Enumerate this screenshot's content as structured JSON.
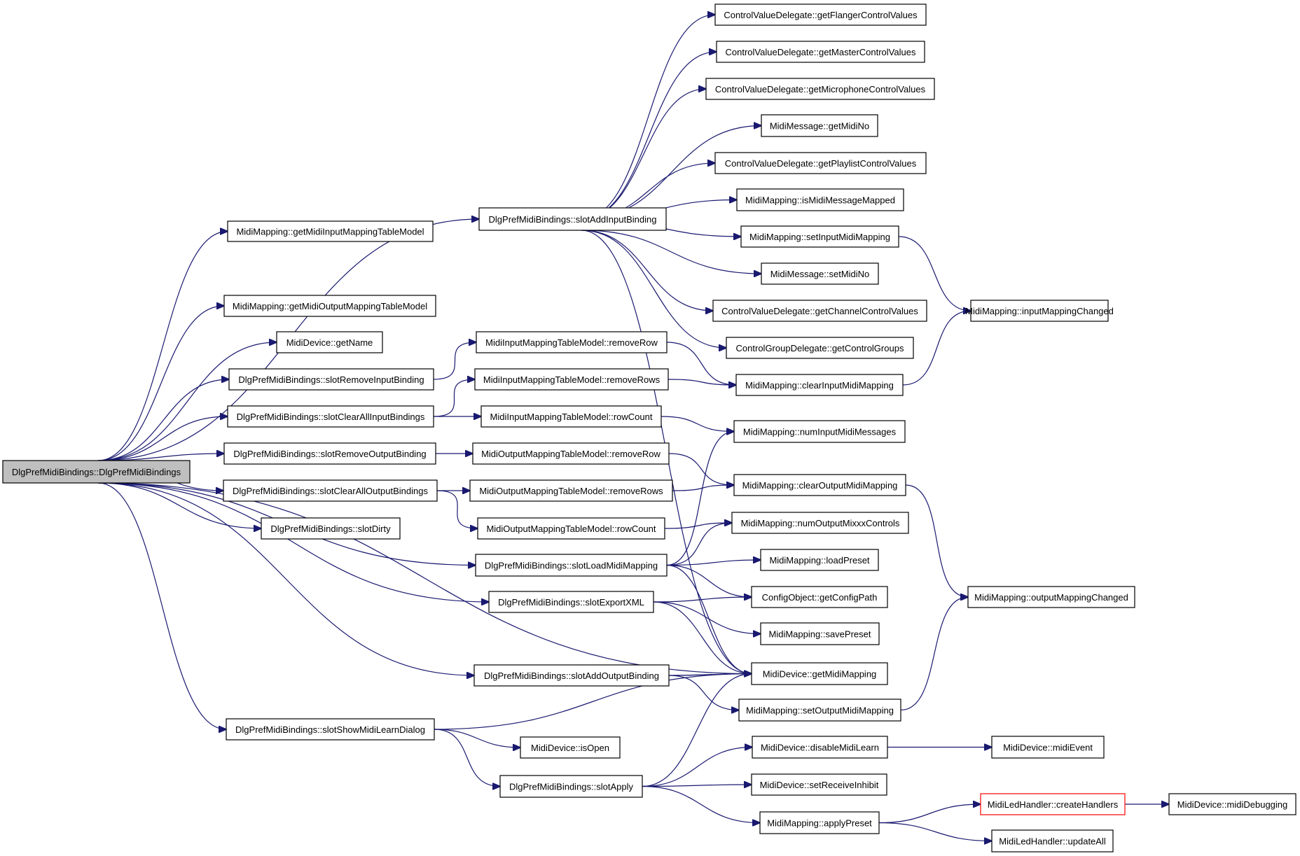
{
  "nodes": [
    {
      "id": "root",
      "label": "DlgPrefMidiBindings::DlgPrefMidiBindings",
      "highlighted": true
    },
    {
      "id": "getMidiInputMappingTableModel",
      "label": "MidiMapping::getMidiInputMappingTableModel"
    },
    {
      "id": "getMidiOutputMappingTableModel",
      "label": "MidiMapping::getMidiOutputMappingTableModel"
    },
    {
      "id": "getName",
      "label": "MidiDevice::getName"
    },
    {
      "id": "slotRemoveInputBinding",
      "label": "DlgPrefMidiBindings::slotRemoveInputBinding"
    },
    {
      "id": "slotClearAllInputBindings",
      "label": "DlgPrefMidiBindings::slotClearAllInputBindings"
    },
    {
      "id": "slotRemoveOutputBinding",
      "label": "DlgPrefMidiBindings::slotRemoveOutputBinding"
    },
    {
      "id": "slotClearAllOutputBindings",
      "label": "DlgPrefMidiBindings::slotClearAllOutputBindings"
    },
    {
      "id": "slotDirty",
      "label": "DlgPrefMidiBindings::slotDirty"
    },
    {
      "id": "slotShowMidiLearnDialog",
      "label": "DlgPrefMidiBindings::slotShowMidiLearnDialog"
    },
    {
      "id": "slotAddInputBinding",
      "label": "DlgPrefMidiBindings::slotAddInputBinding"
    },
    {
      "id": "inRemoveRow",
      "label": "MidiInputMappingTableModel::removeRow"
    },
    {
      "id": "inRemoveRows",
      "label": "MidiInputMappingTableModel::removeRows"
    },
    {
      "id": "inRowCount",
      "label": "MidiInputMappingTableModel::rowCount"
    },
    {
      "id": "outRemoveRow",
      "label": "MidiOutputMappingTableModel::removeRow"
    },
    {
      "id": "outRemoveRows",
      "label": "MidiOutputMappingTableModel::removeRows"
    },
    {
      "id": "outRowCount",
      "label": "MidiOutputMappingTableModel::rowCount"
    },
    {
      "id": "slotLoadMidiMapping",
      "label": "DlgPrefMidiBindings::slotLoadMidiMapping"
    },
    {
      "id": "slotExportXML",
      "label": "DlgPrefMidiBindings::slotExportXML"
    },
    {
      "id": "slotAddOutputBinding",
      "label": "DlgPrefMidiBindings::slotAddOutputBinding"
    },
    {
      "id": "isOpen",
      "label": "MidiDevice::isOpen"
    },
    {
      "id": "slotApply",
      "label": "DlgPrefMidiBindings::slotApply"
    },
    {
      "id": "getFlanger",
      "label": "ControlValueDelegate::getFlangerControlValues"
    },
    {
      "id": "getMaster",
      "label": "ControlValueDelegate::getMasterControlValues"
    },
    {
      "id": "getMicrophone",
      "label": "ControlValueDelegate::getMicrophoneControlValues"
    },
    {
      "id": "getMidiNo",
      "label": "MidiMessage::getMidiNo"
    },
    {
      "id": "getPlaylist",
      "label": "ControlValueDelegate::getPlaylistControlValues"
    },
    {
      "id": "isMidiMessageMapped",
      "label": "MidiMapping::isMidiMessageMapped"
    },
    {
      "id": "setInputMidiMapping",
      "label": "MidiMapping::setInputMidiMapping"
    },
    {
      "id": "setMidiNo",
      "label": "MidiMessage::setMidiNo"
    },
    {
      "id": "getChannel",
      "label": "ControlValueDelegate::getChannelControlValues"
    },
    {
      "id": "getControlGroups",
      "label": "ControlGroupDelegate::getControlGroups"
    },
    {
      "id": "clearInputMidiMapping",
      "label": "MidiMapping::clearInputMidiMapping"
    },
    {
      "id": "numInputMidiMessages",
      "label": "MidiMapping::numInputMidiMessages"
    },
    {
      "id": "clearOutputMidiMapping",
      "label": "MidiMapping::clearOutputMidiMapping"
    },
    {
      "id": "numOutputMixxxControls",
      "label": "MidiMapping::numOutputMixxxControls"
    },
    {
      "id": "loadPreset",
      "label": "MidiMapping::loadPreset"
    },
    {
      "id": "getConfigPath",
      "label": "ConfigObject::getConfigPath"
    },
    {
      "id": "savePreset",
      "label": "MidiMapping::savePreset"
    },
    {
      "id": "getMidiMapping",
      "label": "MidiDevice::getMidiMapping"
    },
    {
      "id": "setOutputMidiMapping",
      "label": "MidiMapping::setOutputMidiMapping"
    },
    {
      "id": "disableMidiLearn",
      "label": "MidiDevice::disableMidiLearn"
    },
    {
      "id": "setReceiveInhibit",
      "label": "MidiDevice::setReceiveInhibit"
    },
    {
      "id": "applyPreset",
      "label": "MidiMapping::applyPreset"
    },
    {
      "id": "inputMappingChanged",
      "label": "MidiMapping::inputMappingChanged"
    },
    {
      "id": "outputMappingChanged",
      "label": "MidiMapping::outputMappingChanged"
    },
    {
      "id": "midiEvent",
      "label": "MidiDevice::midiEvent"
    },
    {
      "id": "createHandlers",
      "label": "MidiLedHandler::createHandlers",
      "truncated": true
    },
    {
      "id": "updateAll",
      "label": "MidiLedHandler::updateAll"
    },
    {
      "id": "midiDebugging",
      "label": "MidiDevice::midiDebugging"
    }
  ],
  "edges": [
    [
      "root",
      "getMidiInputMappingTableModel"
    ],
    [
      "root",
      "slotAddInputBinding"
    ],
    [
      "root",
      "getMidiOutputMappingTableModel"
    ],
    [
      "root",
      "getName"
    ],
    [
      "root",
      "slotRemoveInputBinding"
    ],
    [
      "root",
      "slotClearAllInputBindings"
    ],
    [
      "root",
      "slotRemoveOutputBinding"
    ],
    [
      "root",
      "slotClearAllOutputBindings"
    ],
    [
      "root",
      "slotDirty"
    ],
    [
      "root",
      "slotLoadMidiMapping"
    ],
    [
      "root",
      "slotExportXML"
    ],
    [
      "root",
      "getMidiMapping"
    ],
    [
      "root",
      "slotAddOutputBinding"
    ],
    [
      "root",
      "slotShowMidiLearnDialog"
    ],
    [
      "slotAddInputBinding",
      "getFlanger"
    ],
    [
      "slotAddInputBinding",
      "getMaster"
    ],
    [
      "slotAddInputBinding",
      "getMicrophone"
    ],
    [
      "slotAddInputBinding",
      "getMidiNo"
    ],
    [
      "slotAddInputBinding",
      "getPlaylist"
    ],
    [
      "slotAddInputBinding",
      "isMidiMessageMapped"
    ],
    [
      "slotAddInputBinding",
      "setInputMidiMapping"
    ],
    [
      "slotAddInputBinding",
      "setMidiNo"
    ],
    [
      "slotAddInputBinding",
      "getChannel"
    ],
    [
      "slotAddInputBinding",
      "getControlGroups"
    ],
    [
      "slotAddInputBinding",
      "getMidiMapping"
    ],
    [
      "slotRemoveInputBinding",
      "inRemoveRow"
    ],
    [
      "slotClearAllInputBindings",
      "inRemoveRows"
    ],
    [
      "slotClearAllInputBindings",
      "inRowCount"
    ],
    [
      "slotRemoveOutputBinding",
      "outRemoveRow"
    ],
    [
      "slotClearAllOutputBindings",
      "outRemoveRows"
    ],
    [
      "slotClearAllOutputBindings",
      "outRowCount"
    ],
    [
      "inRemoveRow",
      "clearInputMidiMapping"
    ],
    [
      "inRemoveRows",
      "clearInputMidiMapping"
    ],
    [
      "inRowCount",
      "numInputMidiMessages"
    ],
    [
      "outRemoveRow",
      "clearOutputMidiMapping"
    ],
    [
      "outRemoveRows",
      "clearOutputMidiMapping"
    ],
    [
      "outRowCount",
      "numOutputMixxxControls"
    ],
    [
      "slotLoadMidiMapping",
      "numInputMidiMessages"
    ],
    [
      "slotLoadMidiMapping",
      "numOutputMixxxControls"
    ],
    [
      "slotLoadMidiMapping",
      "loadPreset"
    ],
    [
      "slotLoadMidiMapping",
      "getConfigPath"
    ],
    [
      "slotLoadMidiMapping",
      "getMidiMapping"
    ],
    [
      "slotExportXML",
      "getConfigPath"
    ],
    [
      "slotExportXML",
      "savePreset"
    ],
    [
      "slotExportXML",
      "getMidiMapping"
    ],
    [
      "slotAddOutputBinding",
      "getMidiMapping"
    ],
    [
      "slotAddOutputBinding",
      "setOutputMidiMapping"
    ],
    [
      "slotShowMidiLearnDialog",
      "getMidiMapping"
    ],
    [
      "slotShowMidiLearnDialog",
      "isOpen"
    ],
    [
      "slotShowMidiLearnDialog",
      "slotApply"
    ],
    [
      "slotApply",
      "getMidiMapping"
    ],
    [
      "slotApply",
      "disableMidiLearn"
    ],
    [
      "slotApply",
      "setReceiveInhibit"
    ],
    [
      "slotApply",
      "applyPreset"
    ],
    [
      "setInputMidiMapping",
      "inputMappingChanged"
    ],
    [
      "clearInputMidiMapping",
      "inputMappingChanged"
    ],
    [
      "clearOutputMidiMapping",
      "outputMappingChanged"
    ],
    [
      "setOutputMidiMapping",
      "outputMappingChanged"
    ],
    [
      "disableMidiLearn",
      "midiEvent"
    ],
    [
      "applyPreset",
      "createHandlers"
    ],
    [
      "applyPreset",
      "updateAll"
    ],
    [
      "createHandlers",
      "midiDebugging"
    ]
  ],
  "colors": {
    "edge": "#191970",
    "node_border": "#000000",
    "node_fill": "#ffffff",
    "root_fill": "#bfbfbf",
    "truncated_border": "#ff0000"
  }
}
